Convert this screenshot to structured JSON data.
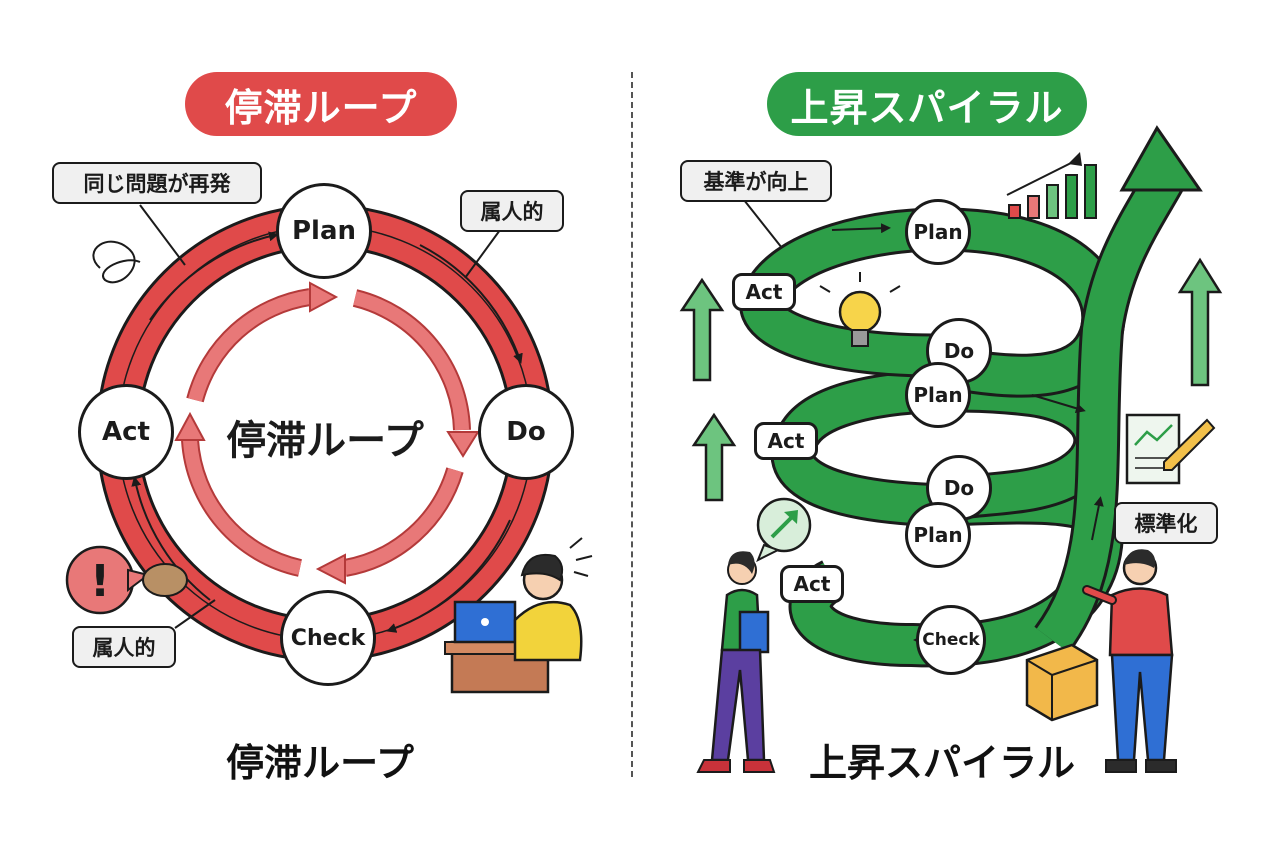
{
  "left": {
    "title": "停滞ループ",
    "center_label": "停滞ループ",
    "bottom_label": "停滞ループ",
    "nodes": {
      "plan": "Plan",
      "do": "Do",
      "check": "Check",
      "act": "Act"
    },
    "tags": {
      "top_left": "同じ問題が再発",
      "top_right": "属人的",
      "bottom_left": "属人的"
    },
    "colors": {
      "accent": "#e04a4a",
      "inner": "#e87878"
    }
  },
  "right": {
    "title": "上昇スパイラル",
    "bottom_label": "上昇スパイラル",
    "nodes": {
      "plan_top": "Plan",
      "do_top": "Do",
      "act_top": "Act",
      "plan_mid": "Plan",
      "do_mid": "Do",
      "act_mid": "Act",
      "plan_low": "Plan",
      "act_low": "Act",
      "check_low": "Check"
    },
    "tags": {
      "top_left": "基準が向上",
      "right": "標準化"
    },
    "colors": {
      "accent": "#2d9e48",
      "light": "#6dc47f"
    }
  }
}
